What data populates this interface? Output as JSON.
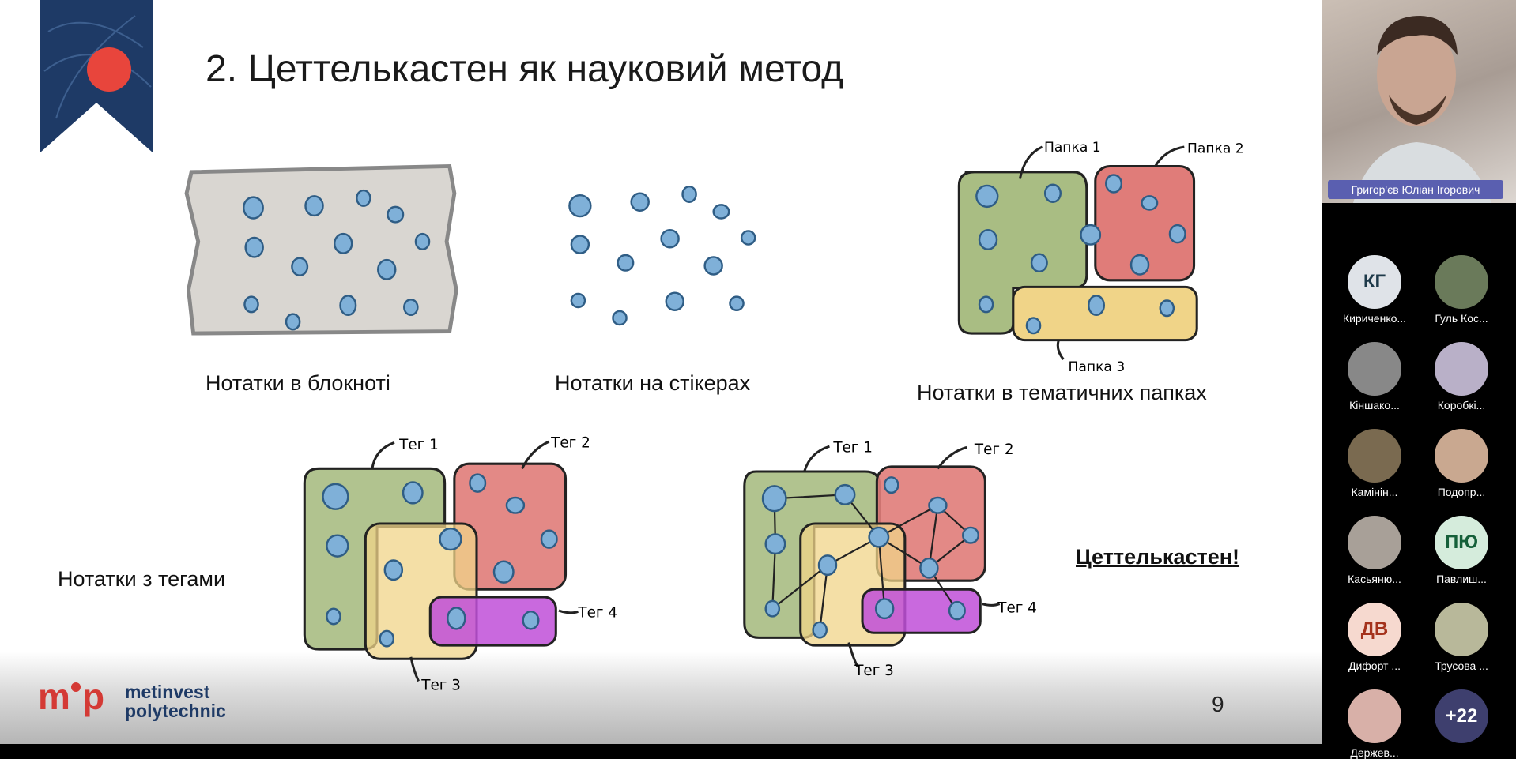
{
  "slide": {
    "title": "2. Цеттелькастен як науковий метод",
    "labels": {
      "notebook": "Нотатки в блокноті",
      "stickers": "Нотатки на стікерах",
      "folders": "Нотатки в тематичних папках",
      "tags": "Нотатки з тегами"
    },
    "zettel_word": "Цеттелькастен",
    "zettel_excl": "!",
    "folder_names": [
      "Папка 1",
      "Папка 2",
      "Папка 3"
    ],
    "tag_names": [
      "Тег 1",
      "Тег 2",
      "Тег 3",
      "Тег 4"
    ],
    "page_number": "9",
    "logo": {
      "mark": "mip",
      "line1": "metinvest",
      "line2": "polytechnic"
    },
    "colors": {
      "accent_red": "#e8453c",
      "ribbon": "#1e3a66",
      "note_blue": "#7fb0d8"
    }
  },
  "meeting": {
    "speaker_name": "Григор'єв Юліан Ігорович",
    "participants": [
      {
        "initials": "КГ",
        "name": "Кириченко...",
        "bg": "#dfe3e8",
        "fg": "#1e3a4a"
      },
      {
        "initials": "",
        "name": "Гуль Кос...",
        "bg": "#6a7a5a"
      },
      {
        "initials": "",
        "name": "Кіншако...",
        "bg": "#888"
      },
      {
        "initials": "",
        "name": "Коробкі...",
        "bg": "#b9b0c8"
      },
      {
        "initials": "",
        "name": "Камінін...",
        "bg": "#7a6a50"
      },
      {
        "initials": "",
        "name": "Подопр...",
        "bg": "#c9a890"
      },
      {
        "initials": "",
        "name": "Касьяню...",
        "bg": "#a8a098"
      },
      {
        "initials": "ПЮ",
        "name": "Павлиш...",
        "bg": "#d5ecdc",
        "fg": "#16603a"
      },
      {
        "initials": "ДВ",
        "name": "Дифорт ...",
        "bg": "#f6d9cf",
        "fg": "#a4321c"
      },
      {
        "initials": "",
        "name": "Трусова ...",
        "bg": "#b8b89a"
      },
      {
        "initials": "",
        "name": "Держев...",
        "bg": "#d8b0a8"
      },
      {
        "initials": "+22",
        "name": "",
        "bg": "#3e3f6e",
        "fg": "#fff"
      }
    ]
  }
}
